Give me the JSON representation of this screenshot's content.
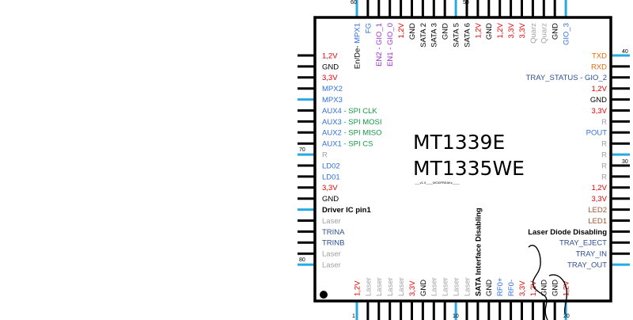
{
  "chip": {
    "name_line1": "MT1339E",
    "name_line2": "MT1335WE",
    "tag": "___v1.0____MODFREAKz____"
  },
  "pin_numbers": {
    "top_1": "60",
    "top_2": "50",
    "right_1": "40",
    "right_2": "30",
    "left_1": "70",
    "left_2": "80",
    "bottom_1": "1",
    "bottom_2": "10",
    "bottom_3": "20"
  },
  "colors": {
    "red": "#e60000",
    "black": "#000000",
    "blue": "#2f6fdc",
    "green": "#119944",
    "purple": "#9933cc",
    "gray": "#a0a0a0",
    "orange": "#e36b0b",
    "brown": "#a0522d",
    "navy": "#2c4f96",
    "pin_highlight": "#29a9e0"
  },
  "pins": {
    "left": [
      {
        "label": "1,2V",
        "color": "red"
      },
      {
        "label": "GND",
        "color": "black"
      },
      {
        "label": "3,3V",
        "color": "red"
      },
      {
        "label": "MPX2",
        "color": "blue"
      },
      {
        "label": "MPX3",
        "color": "blue"
      },
      {
        "label": "AUX4",
        "color": "blue",
        "suffix": " - SPI CLK",
        "suffix_color": "green"
      },
      {
        "label": "AUX3",
        "color": "blue",
        "suffix": " - SPI MOSI",
        "suffix_color": "green"
      },
      {
        "label": "AUX2",
        "color": "blue",
        "suffix": " - SPI MISO",
        "suffix_color": "green"
      },
      {
        "label": "AUX1",
        "color": "blue",
        "suffix": " - SPI CS",
        "suffix_color": "green"
      },
      {
        "label": "R",
        "color": "gray"
      },
      {
        "label": "LD02",
        "color": "blue"
      },
      {
        "label": "LD01",
        "color": "blue"
      },
      {
        "label": "3,3V",
        "color": "red"
      },
      {
        "label": "GND",
        "color": "black"
      },
      {
        "label": "Driver IC  pin1",
        "color": "black",
        "bold": true
      },
      {
        "label": "Laser",
        "color": "gray"
      },
      {
        "label": "TRINA",
        "color": "navy"
      },
      {
        "label": "TRINB",
        "color": "navy"
      },
      {
        "label": "Laser",
        "color": "gray"
      },
      {
        "label": "Laser",
        "color": "gray"
      }
    ],
    "right": [
      {
        "label": "TXD",
        "color": "orange"
      },
      {
        "label": "RXD",
        "color": "orange"
      },
      {
        "label": "TRAY_STATUS - GIO_2",
        "color": "navy"
      },
      {
        "label": "1,2V",
        "color": "red"
      },
      {
        "label": "GND",
        "color": "black"
      },
      {
        "label": "3,3V",
        "color": "red"
      },
      {
        "label": "R",
        "color": "gray"
      },
      {
        "label": "POUT",
        "color": "blue"
      },
      {
        "label": "R",
        "color": "gray"
      },
      {
        "label": "R",
        "color": "gray"
      },
      {
        "label": "R",
        "color": "gray"
      },
      {
        "label": "R",
        "color": "gray"
      },
      {
        "label": "1,2V",
        "color": "red"
      },
      {
        "label": "3,3V",
        "color": "red"
      },
      {
        "label": "LED2",
        "color": "brown"
      },
      {
        "label": "LED1",
        "color": "brown"
      },
      {
        "label": "Laser Diode Disabling",
        "color": "black",
        "bold": true
      },
      {
        "label": "TRAY_EJECT",
        "color": "navy"
      },
      {
        "label": "TRAY_IN",
        "color": "navy"
      },
      {
        "label": "TRAY_OUT",
        "color": "navy"
      }
    ],
    "top": [
      {
        "label": "En/De- MPX1",
        "color": "black",
        "prefix_len": 7,
        "rest_color": "blue"
      },
      {
        "label": "FG",
        "color": "blue"
      },
      {
        "label": "EN2 - GIO_1",
        "color": "purple"
      },
      {
        "label": "EN1 - GIO_0",
        "color": "purple"
      },
      {
        "label": "1,2V",
        "color": "red"
      },
      {
        "label": "GND",
        "color": "black"
      },
      {
        "label": "SATA 2",
        "color": "black"
      },
      {
        "label": "SATA 3",
        "color": "black"
      },
      {
        "label": "GND",
        "color": "black"
      },
      {
        "label": "SATA 5",
        "color": "black"
      },
      {
        "label": "SATA 6",
        "color": "black"
      },
      {
        "label": "1,2V",
        "color": "red"
      },
      {
        "label": "GND",
        "color": "black"
      },
      {
        "label": "1,2V",
        "color": "red"
      },
      {
        "label": "3,3V",
        "color": "red"
      },
      {
        "label": "3,3V",
        "color": "red"
      },
      {
        "label": "Quarz",
        "color": "gray"
      },
      {
        "label": "Quarz",
        "color": "gray"
      },
      {
        "label": "GND",
        "color": "black"
      },
      {
        "label": "GIO_3",
        "color": "blue"
      }
    ],
    "bottom": [
      {
        "label": "1,2V",
        "color": "red"
      },
      {
        "label": "Laser",
        "color": "gray"
      },
      {
        "label": "Laser",
        "color": "gray"
      },
      {
        "label": "Laser",
        "color": "gray"
      },
      {
        "label": "Laser",
        "color": "gray"
      },
      {
        "label": "3,3V",
        "color": "red"
      },
      {
        "label": "GND",
        "color": "black"
      },
      {
        "label": "Laser",
        "color": "gray"
      },
      {
        "label": "Laser",
        "color": "gray"
      },
      {
        "label": "Laser",
        "color": "gray"
      },
      {
        "label": "Laser",
        "color": "gray"
      },
      {
        "label": "SATA Interface Disabling",
        "color": "black",
        "bold": true
      },
      {
        "label": "GND",
        "color": "black"
      },
      {
        "label": "RF0+",
        "color": "blue"
      },
      {
        "label": "RF0-",
        "color": "blue"
      },
      {
        "label": "3,3V",
        "color": "red"
      },
      {
        "label": "1,2V",
        "color": "red"
      },
      {
        "label": "GND",
        "color": "black"
      },
      {
        "label": "GND",
        "color": "black"
      },
      {
        "label": "1,2V",
        "color": "red"
      }
    ],
    "highlighted_left": [
      4,
      9,
      14,
      19
    ],
    "highlighted_right": [
      0,
      9,
      19
    ],
    "highlighted_top": [
      0,
      9,
      19
    ],
    "highlighted_bottom": [
      0,
      9,
      19
    ]
  }
}
